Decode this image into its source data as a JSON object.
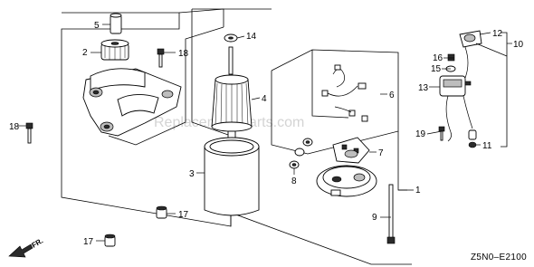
{
  "callouts": {
    "c1": "1",
    "c2": "2",
    "c3": "3",
    "c4": "4",
    "c5": "5",
    "c6": "6",
    "c7": "7",
    "c8": "8",
    "c9": "9",
    "c10": "10",
    "c11": "11",
    "c12": "12",
    "c13": "13",
    "c14": "14",
    "c15": "15",
    "c16": "16",
    "c17a": "17",
    "c17b": "17",
    "c18a": "18",
    "c18b": "18",
    "c19": "19"
  },
  "diagram_code": "Z5N0–E2100",
  "front_marker": "FR.",
  "watermark": "ReplacementParts.com"
}
